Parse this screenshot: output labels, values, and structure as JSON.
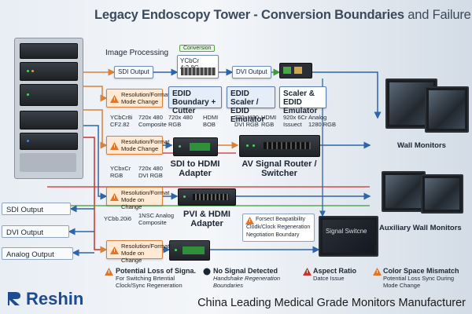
{
  "title": {
    "main": "Legacy Endoscopy Tower - Conversion Boundaries",
    "tail": "and Failure Points"
  },
  "sections": {
    "image_processing": "Image Processing",
    "conversion_tag": "Conversion"
  },
  "top_boxes": {
    "sdi_output": "SDI Output",
    "ycbcr_converter": "YCbCr 4:2.8C",
    "dvi_output": "DVI Output"
  },
  "mode_change_boxes": [
    "Resolution/Format Mode Change",
    "Resolution/Format Mode Change",
    "Resolution/Format Mode on Change",
    "Resolution/Format Mode on Change"
  ],
  "edid_boxes": {
    "edid_boundary": "EDID Boundary + Cutter",
    "edid_scaler": "EDID Scaler / EDID Emulator",
    "scaler_emulator": "Scaler & EDID Emulator"
  },
  "signal_labels": {
    "l1_a": "YCbCr8i",
    "l1_b": "CF2.82",
    "l1_c": "720x 480",
    "l1_d": "Composite",
    "l2_a": "720x 480",
    "l2_b": "RGB",
    "l2_c": "HDMI",
    "l2_d": "BOB",
    "l3_a": "720x 480",
    "l3_b": "DVI RGB",
    "l3_c": "HDMI",
    "l3_d": "RGB",
    "l4_a": "920x 6Cr",
    "l4_b": "Issuect",
    "l4_c": "Analog",
    "l4_d": "1280 RGB",
    "l5_a": "YCbxCr",
    "l5_b": "RGB",
    "l5_c": "720x 480",
    "l5_d": "DVI RGB",
    "l6_a": "YCbb.20i6",
    "l6_b": "1NSC Analog",
    "l6_c": "Composite"
  },
  "devices": {
    "sdi_hdmi": "SDI to HDMI Adapter",
    "av_router": "AV Signal Router / Switcher",
    "pvl_hdmi": "PVI & HDMI Adapter",
    "signal_switcher": "Signal Switcne"
  },
  "forced_box": {
    "line1": "Forsect Beapatibility",
    "line2": "Clodk/Clock Regeneration",
    "line3": "Negotiation Boundary"
  },
  "left_outputs": [
    "SDI Output",
    "DVI Output",
    "Analog Output"
  ],
  "wall": {
    "wall_monitors": "Wall Monitors",
    "aux_wall_monitors": "Auxiliary Wall Monitors"
  },
  "bottom": [
    {
      "head": "Potential Loss of Signa.",
      "sub1": "For Switching Brtential",
      "sub2": "Clock/Sync Regeneration"
    },
    {
      "head": "No Signal Detected",
      "sub1": "Handshake Regeneration",
      "sub2": "Boundaries"
    },
    {
      "head": "Aspect Ratio",
      "sub1": "Datce Issue",
      "sub2": ""
    },
    {
      "head": "Color Space Mismatch",
      "sub1": "Potential Loss Sync During",
      "sub2": "Mode Change"
    }
  ],
  "footer": {
    "brand": "Reshin",
    "tagline": "China Leading Medical Grade Monitors Manufacturer"
  },
  "colors": {
    "orange": "#d7813a",
    "blue": "#2e64a8",
    "green": "#3e9a3a",
    "red": "#c8322a",
    "brand": "#1e4b8f"
  }
}
